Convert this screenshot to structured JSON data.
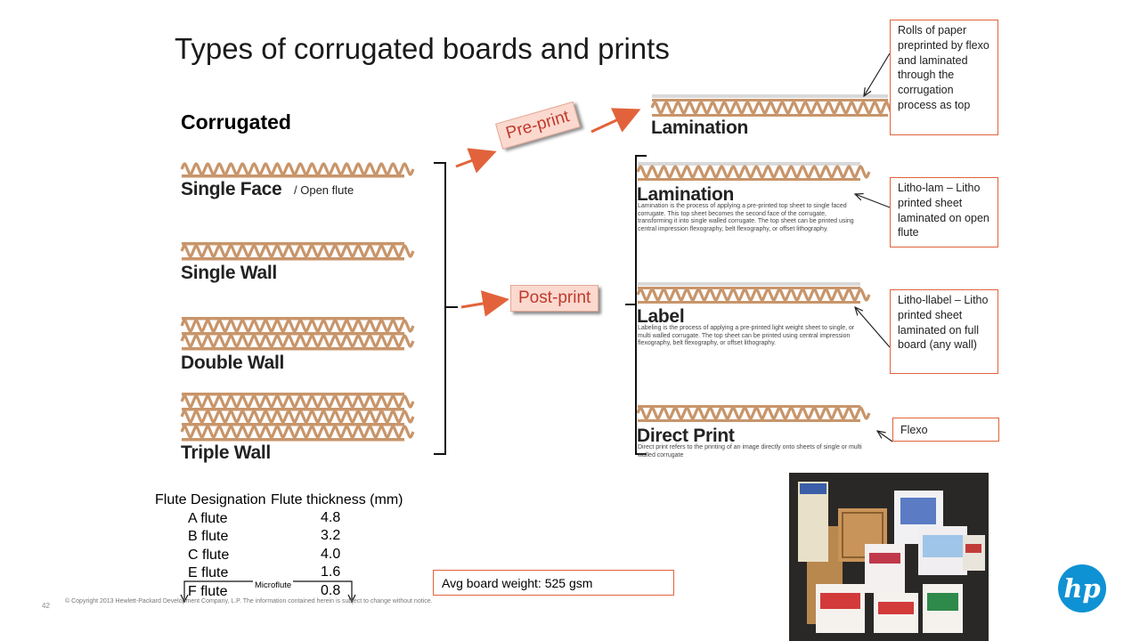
{
  "slide": {
    "title": "Types of corrugated boards and prints",
    "section_label": "Corrugated",
    "page_number": "42",
    "copyright": "© Copyright 2013 Hewlett-Packard Development Company, L.P. The information contained herein is subject to change without notice."
  },
  "boards": {
    "single_face": "Single Face",
    "open_flute_note": "/ Open flute",
    "single_wall": "Single Wall",
    "double_wall": "Double Wall",
    "triple_wall": "Triple Wall"
  },
  "print_types": {
    "pre_print": "Pre-print",
    "post_print": "Post-print"
  },
  "print_methods": {
    "lamination_top": "Lamination",
    "lamination": "Lamination",
    "lamination_desc": "Lamination is the process of applying a pre-printed top sheet to single faced corrugate. This top sheet becomes the second face of the corrugate, transforming it into single walled corrugate. The top sheet can be printed using central impression flexography, belt flexography, or offset lithography.",
    "label": "Label",
    "label_desc": "Labeling is the process of applying a pre-printed light weight sheet to single, or multi walled corrugate. The top sheet can be printed using central impression flexography, belt flexography, or offset lithography.",
    "direct_print": "Direct Print",
    "direct_print_desc": "Direct print refers to the printing of an image directly onto sheets of single or multi walled corrugate"
  },
  "callouts": {
    "rolls": "Rolls of paper preprinted by flexo and laminated through the corrugation process as top",
    "litho_lam": "Litho-lam – Litho printed sheet laminated on open flute",
    "litho_label": "Litho-llabel – Litho printed sheet laminated on full board (any wall)",
    "flexo": "Flexo"
  },
  "flute_table": {
    "headers": [
      "Flute Designation",
      "Flute thickness (mm)"
    ],
    "rows": [
      {
        "flute": "A flute",
        "thickness": "4.8"
      },
      {
        "flute": "B flute",
        "thickness": "3.2"
      },
      {
        "flute": "C flute",
        "thickness": "4.0"
      },
      {
        "flute": "E flute",
        "thickness": "1.6"
      },
      {
        "flute": "F flute",
        "thickness": "0.8"
      }
    ],
    "microflute_label": "Microflute"
  },
  "avg_weight": "Avg board weight: 525 gsm",
  "logo_text": "hp",
  "colors": {
    "accent": "#e2633b",
    "board": "#c8956a",
    "liner": "#d9d9d9",
    "badge_fill": "#fbd9cf",
    "hp_blue": "#0f92d3"
  }
}
